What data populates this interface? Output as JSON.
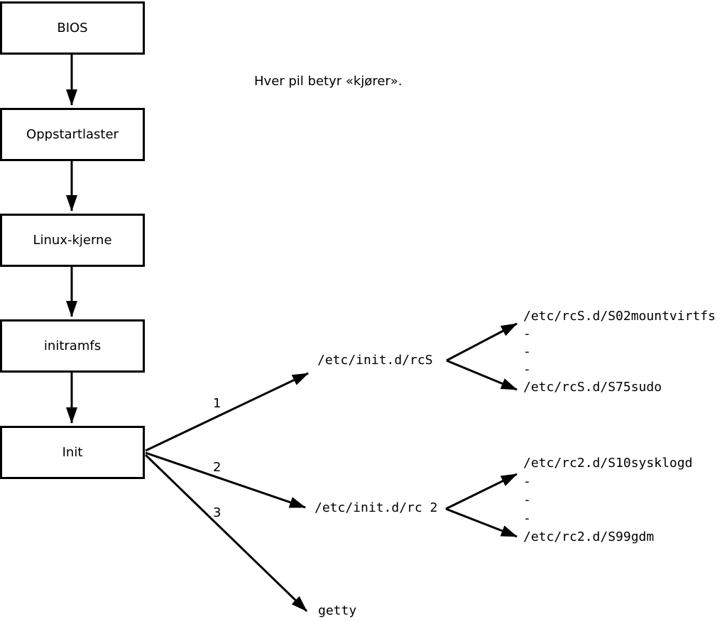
{
  "note": "Hver pil betyr «kjører».",
  "colors": {
    "ink": "#000000",
    "background": "#ffffff"
  },
  "boot_chain": [
    {
      "label": "BIOS"
    },
    {
      "label": "Oppstartlaster"
    },
    {
      "label": "Linux-kjerne"
    },
    {
      "label": "initramfs"
    },
    {
      "label": "Init"
    }
  ],
  "init_arrows": [
    {
      "label": "1",
      "target": "/etc/init.d/rcS"
    },
    {
      "label": "2",
      "target": "/etc/init.d/rc 2"
    },
    {
      "label": "3",
      "target": "getty"
    }
  ],
  "branches": [
    {
      "source": "/etc/init.d/rcS",
      "items": [
        "/etc/rcS.d/S02mountvirtfs",
        "-",
        "-",
        "-",
        "/etc/rcS.d/S75sudo"
      ]
    },
    {
      "source": "/etc/init.d/rc 2",
      "items": [
        "/etc/rc2.d/S10sysklogd",
        "-",
        "-",
        "-",
        "/etc/rc2.d/S99gdm"
      ]
    }
  ]
}
